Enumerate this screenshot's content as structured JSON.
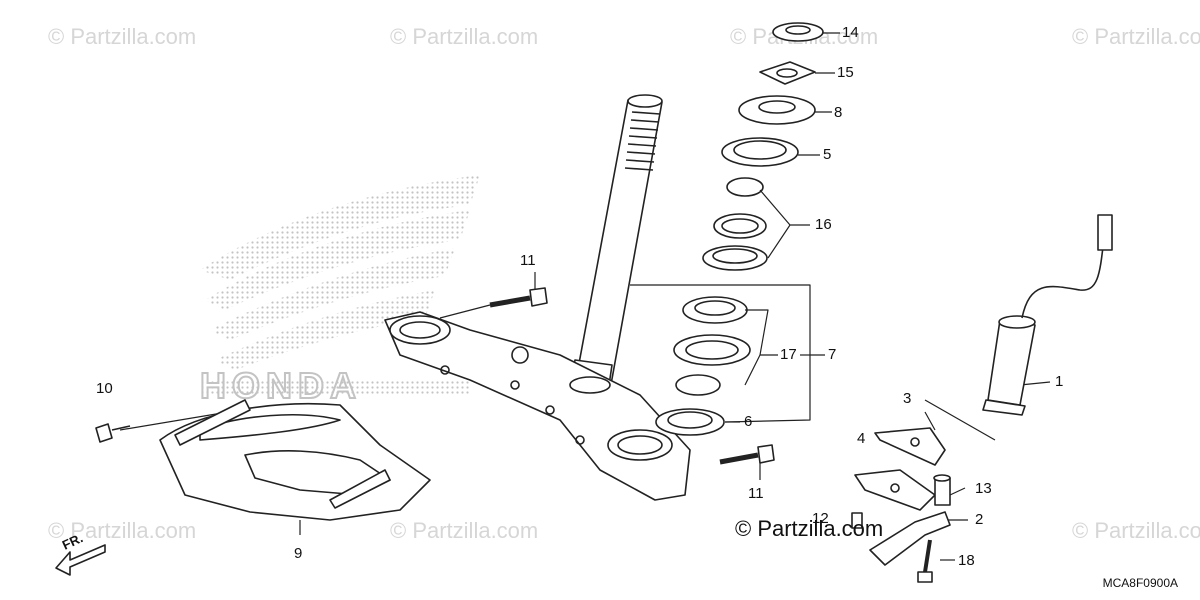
{
  "watermarks": {
    "text": "© Partzilla.com",
    "center_text": "© Partzilla.com"
  },
  "diagram_code": "MCA8F0900A",
  "direction_label": "FR.",
  "background_logo": "honda-wing-logo",
  "callouts": {
    "c1": "1",
    "c2": "2",
    "c3": "3",
    "c4": "4",
    "c5": "5",
    "c6": "6",
    "c7": "7",
    "c8": "8",
    "c9": "9",
    "c10": "10",
    "c11a": "11",
    "c11b": "11",
    "c12": "12",
    "c13": "13",
    "c14": "14",
    "c15": "15",
    "c16": "16",
    "c17": "17",
    "c18": "18"
  },
  "colors": {
    "line": "#222222",
    "watermark": "#d6d6d6",
    "logo_dots": "#bdbdbd"
  }
}
